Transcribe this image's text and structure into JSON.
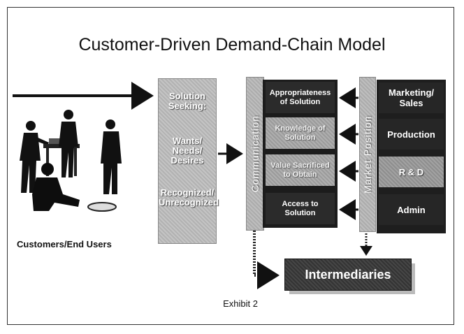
{
  "title": "Customer-Driven Demand-Chain Model",
  "customers_label": "Customers/End Users",
  "solution_seeking": {
    "heading_line1": "Solution",
    "heading_line2": "Seeking:",
    "item1_line1": "Wants/",
    "item1_line2": "Needs/",
    "item1_line3": "Desires",
    "item2_line1": "Recognized/",
    "item2_line2": "Unrecognized"
  },
  "left_vertical_label": "Communication",
  "right_vertical_label": "Market Position",
  "solution_factors": [
    {
      "line1": "Appropriateness",
      "line2": "of Solution"
    },
    {
      "line1": "Knowledge of",
      "line2": "Solution"
    },
    {
      "line1": "Value Sacrificed",
      "line2": "to Obtain"
    },
    {
      "line1": "Access to",
      "line2": "Solution"
    }
  ],
  "functions": [
    {
      "line1": "Marketing/",
      "line2": "Sales"
    },
    {
      "line1": "Production",
      "line2": ""
    },
    {
      "line1": "R & D",
      "line2": ""
    },
    {
      "line1": "Admin",
      "line2": ""
    }
  ],
  "intermediaries_label": "Intermediaries",
  "caption": "Exhibit 2"
}
